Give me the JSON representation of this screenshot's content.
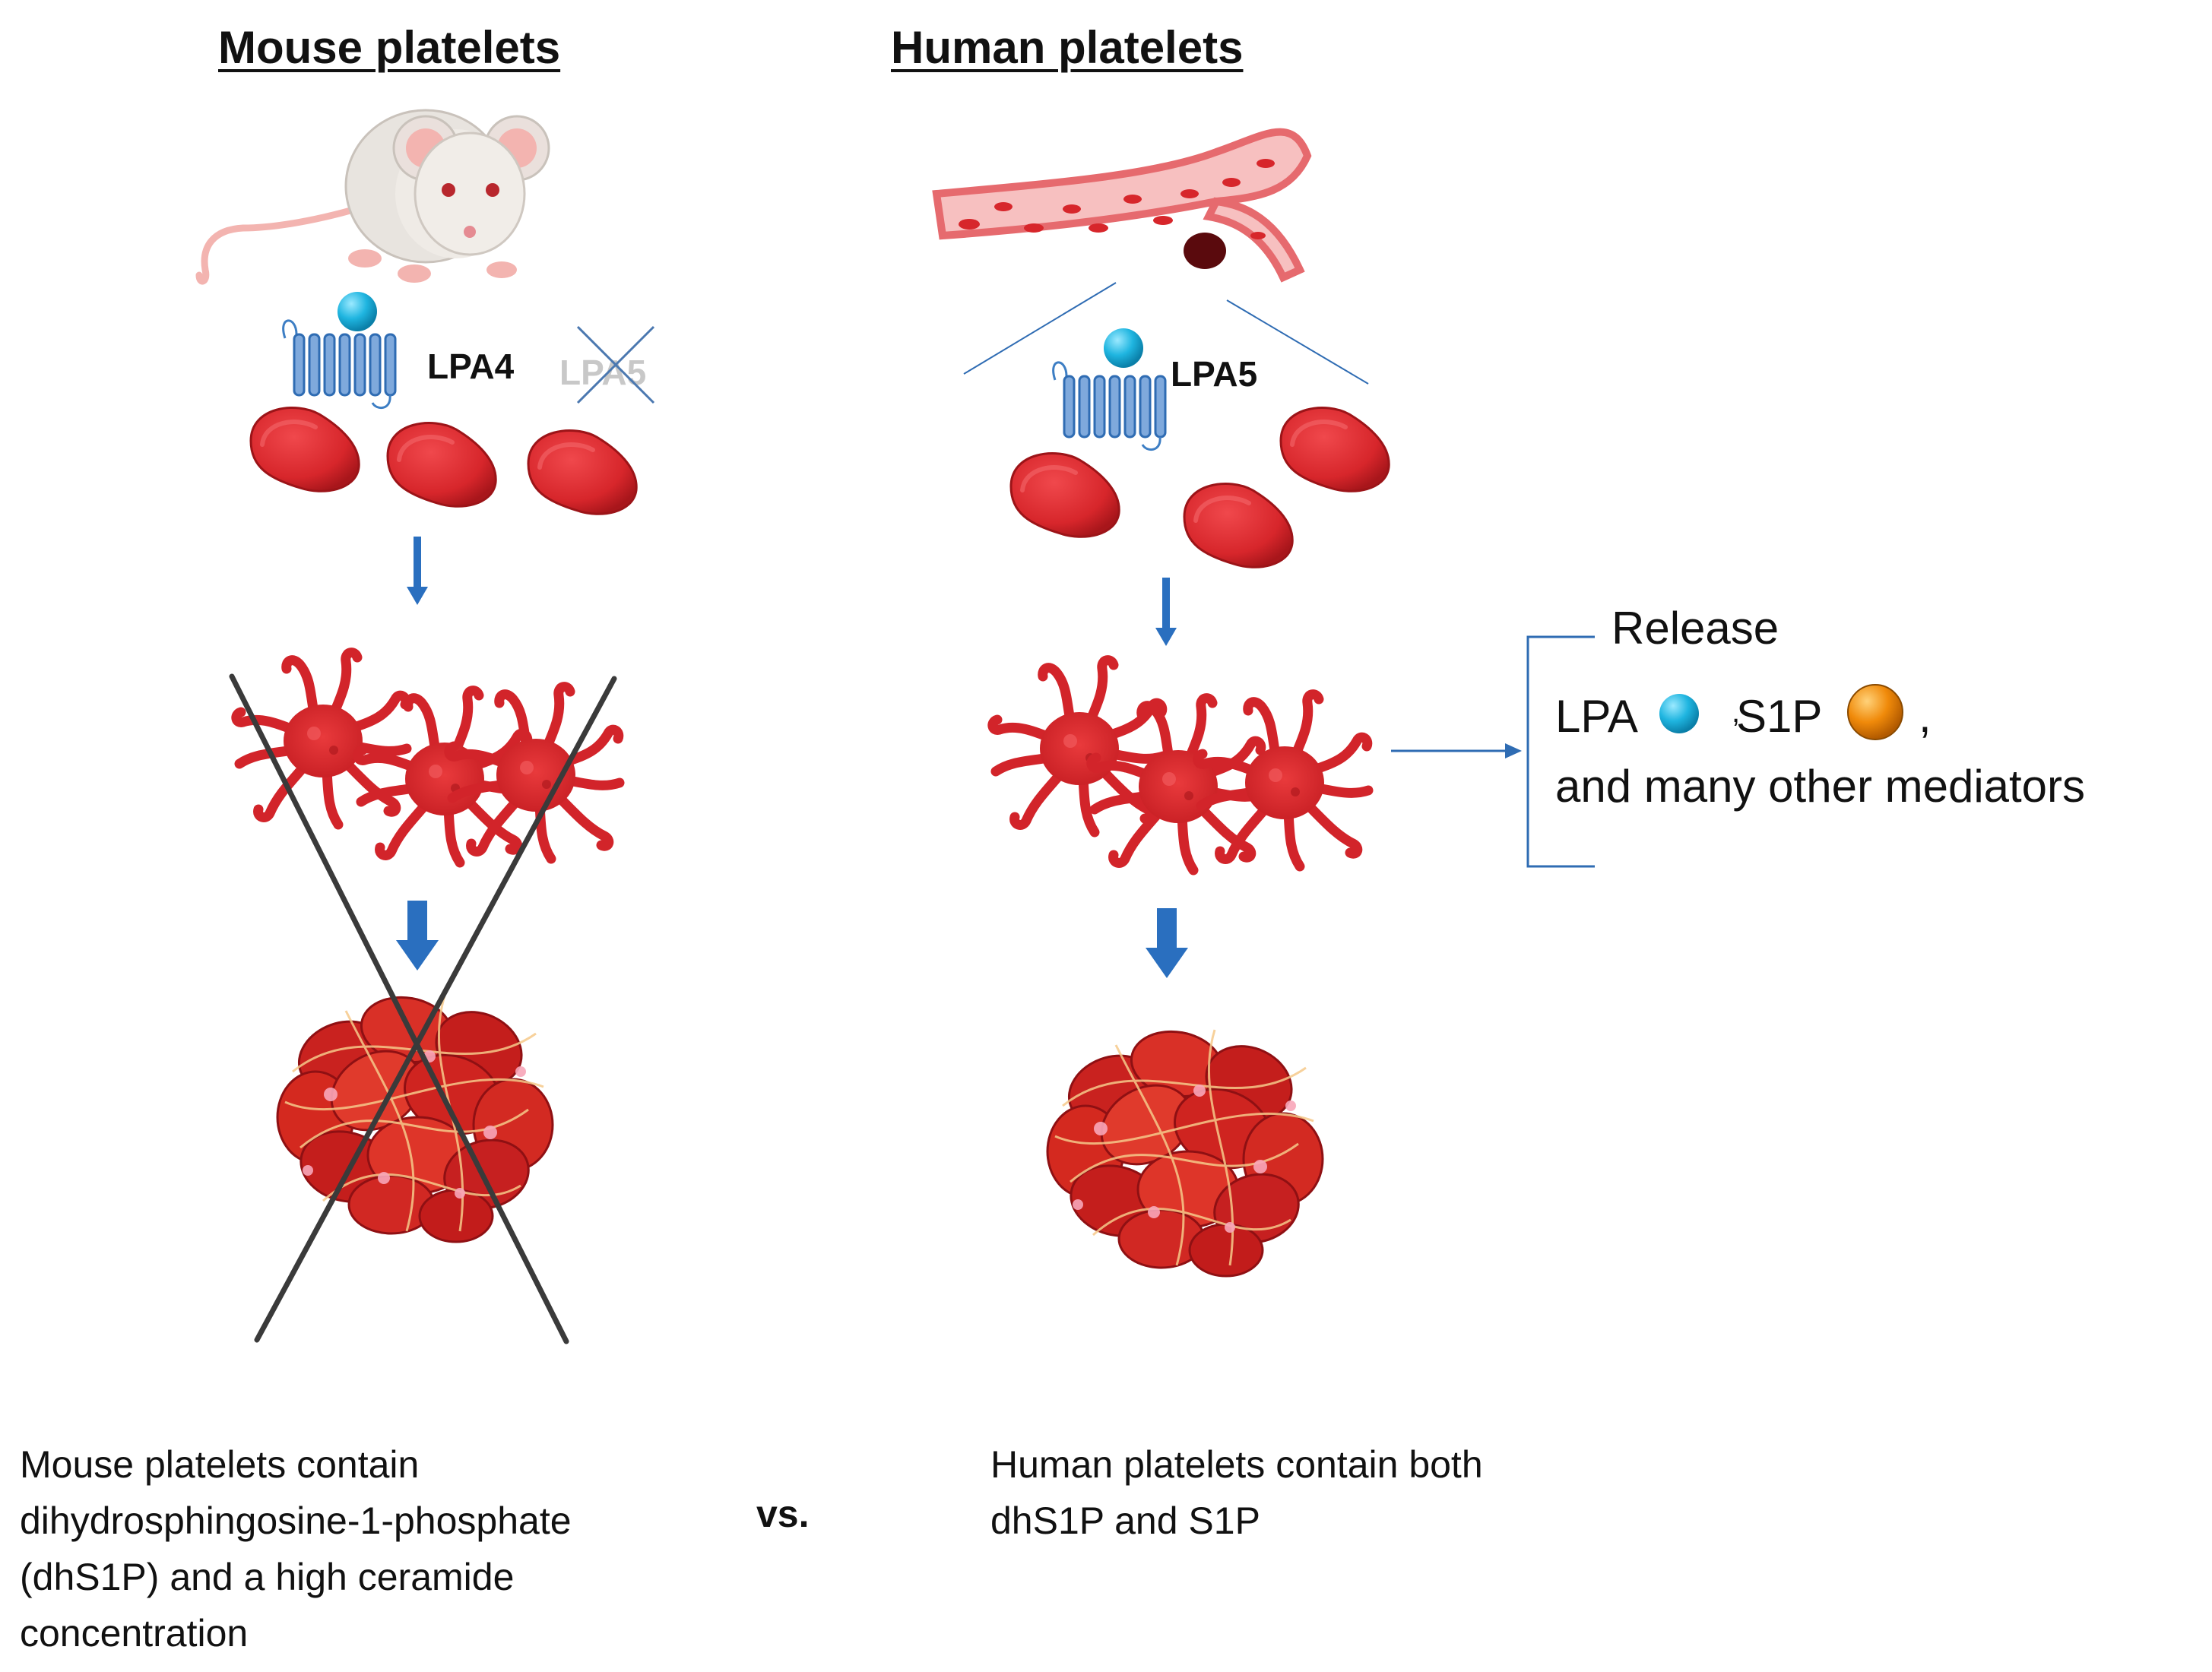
{
  "headings": {
    "mouse": "Mouse platelets",
    "human": "Human platelets"
  },
  "receptors": {
    "mouse_active": "LPA4",
    "mouse_absent": "LPA5",
    "human_active": "LPA5"
  },
  "release": {
    "title": "Release",
    "lpa": "LPA",
    "separator": ",",
    "s1p": "S1P",
    "trailing_comma": ",",
    "others": "and many other mediators"
  },
  "captions": {
    "mouse": "Mouse platelets contain dihydrosphingosine-1-phosphate (dhS1P) and a high ceramide concentration",
    "vs": "vs.",
    "human": "Human platelets contain both dhS1P and S1P"
  },
  "colors": {
    "lpa_ball": "#1fb5e0",
    "s1p_ball": "#f08a0a",
    "platelet_red": "#d7262b",
    "arrow_blue": "#2a6fbf",
    "cross_gray": "#3a3a3a"
  }
}
